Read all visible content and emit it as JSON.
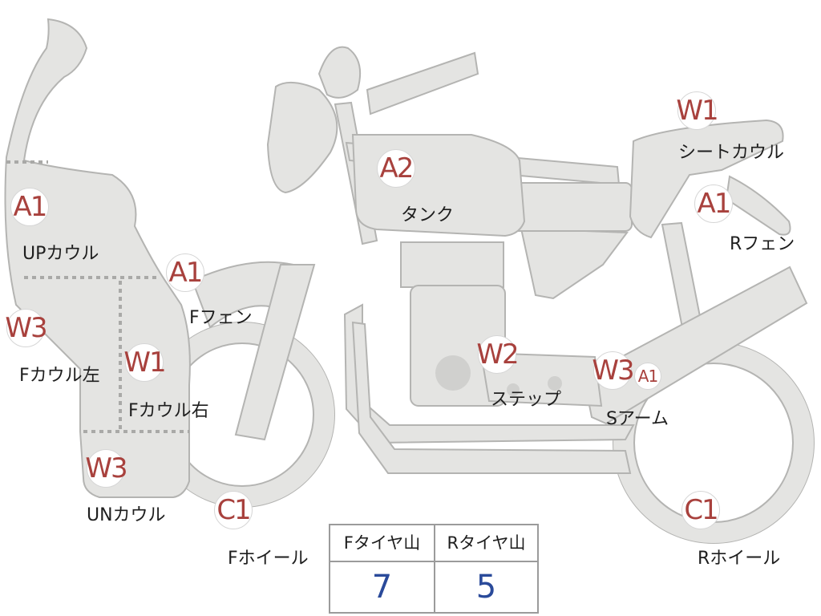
{
  "parts": [
    {
      "id": "up_cowl",
      "code": "A1",
      "label": "UPカウル"
    },
    {
      "id": "f_cowl_left",
      "code": "W3",
      "label": "Fカウル左"
    },
    {
      "id": "f_cowl_right",
      "code": "W1",
      "label": "Fカウル右"
    },
    {
      "id": "un_cowl",
      "code": "W3",
      "label": "UNカウル"
    },
    {
      "id": "f_fender",
      "code": "A1",
      "label": "Fフェン"
    },
    {
      "id": "f_wheel",
      "code": "C1",
      "label": "Fホイール"
    },
    {
      "id": "tank",
      "code": "A2",
      "label": "タンク"
    },
    {
      "id": "step",
      "code": "W2",
      "label": "ステップ"
    },
    {
      "id": "seat_cowl",
      "code": "W1",
      "label": "シートカウル"
    },
    {
      "id": "r_fender",
      "code": "A1",
      "label": "Rフェン"
    },
    {
      "id": "s_arm",
      "code": "W3",
      "code2": "A1",
      "label": "Sアーム"
    },
    {
      "id": "r_wheel",
      "code": "C1",
      "label": "Rホイール"
    }
  ],
  "tire_table": {
    "front_label": "Fタイヤ山",
    "rear_label": "Rタイヤ山",
    "front_value": "7",
    "rear_value": "5"
  },
  "colors": {
    "code": "#a8413d",
    "value": "#2a4a9a",
    "part": "#e4e4e2"
  }
}
